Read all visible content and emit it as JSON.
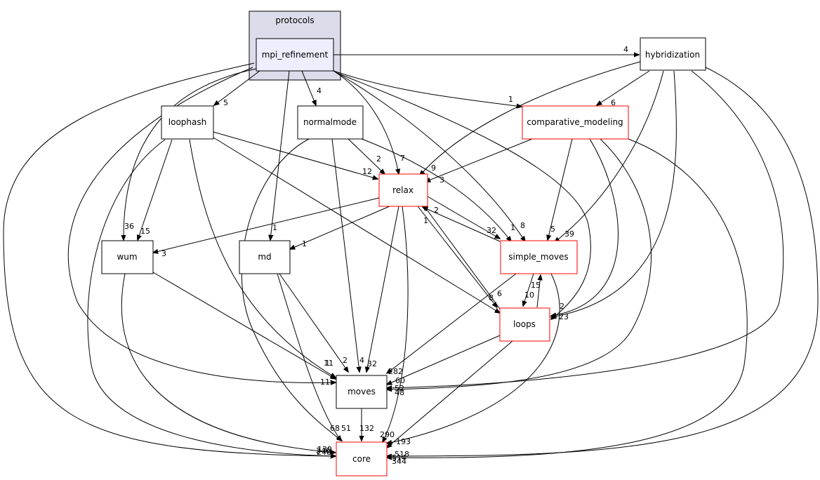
{
  "cluster": {
    "label": "protocols",
    "fill": "#dcdcea",
    "stroke": "#000000"
  },
  "colors": {
    "black_border": "#000000",
    "red_border": "#ff0000",
    "highlight_fill": "#eeeeff"
  },
  "nodes": {
    "mpi_refinement": {
      "label": "mpi_refinement",
      "style": "highlight"
    },
    "hybridization": {
      "label": "hybridization",
      "style": "black"
    },
    "loophash": {
      "label": "loophash",
      "style": "black"
    },
    "normalmode": {
      "label": "normalmode",
      "style": "black"
    },
    "comparative_modeling": {
      "label": "comparative_modeling",
      "style": "red"
    },
    "relax": {
      "label": "relax",
      "style": "red"
    },
    "wum": {
      "label": "wum",
      "style": "black"
    },
    "md": {
      "label": "md",
      "style": "black"
    },
    "simple_moves": {
      "label": "simple_moves",
      "style": "red"
    },
    "loops": {
      "label": "loops",
      "style": "red"
    },
    "moves": {
      "label": "moves",
      "style": "black"
    },
    "core": {
      "label": "core",
      "style": "red"
    }
  },
  "edge_labels": {
    "mpi_hyb": "4",
    "mpi_loophash": "5",
    "mpi_normalmode": "4",
    "mpi_cm": "1",
    "mpi_relax": "7",
    "mpi_simple": "8",
    "mpi_wum": "36",
    "mpi_md": "1",
    "mpi_moves": "11",
    "mpi_core": "139",
    "hyb_cm": "6",
    "hyb_relax": "9",
    "hyb_simple": "39",
    "hyb_loops": "23",
    "hyb_moves": "48",
    "hyb_core": "518",
    "loophash_relax": "12",
    "loophash_wum": "15",
    "loophash_loops": "8",
    "loophash_moves": "11",
    "loophash_core": "248",
    "normalmode_relax": "2",
    "normalmode_simple": "1",
    "normalmode_moves": "4",
    "normalmode_core": "68",
    "cm_relax": "3",
    "cm_simple": "5",
    "cm_loops": "2",
    "cm_moves": "52",
    "cm_core": "344",
    "relax_wum": "3",
    "relax_md": "1",
    "relax_simple": "32",
    "relax_loops": "6",
    "relax_moves": "32",
    "relax_core": "290",
    "wum_moves": "1",
    "wum_core": "246",
    "md_moves": "2",
    "md_core": "51",
    "simple_relax": "2",
    "simple_loops": "10",
    "simple_moves": "282",
    "simple_core": "193",
    "loops_relax": "1",
    "loops_simple": "15",
    "loops_moves": "60",
    "loops_core": "514",
    "moves_core": "132"
  }
}
